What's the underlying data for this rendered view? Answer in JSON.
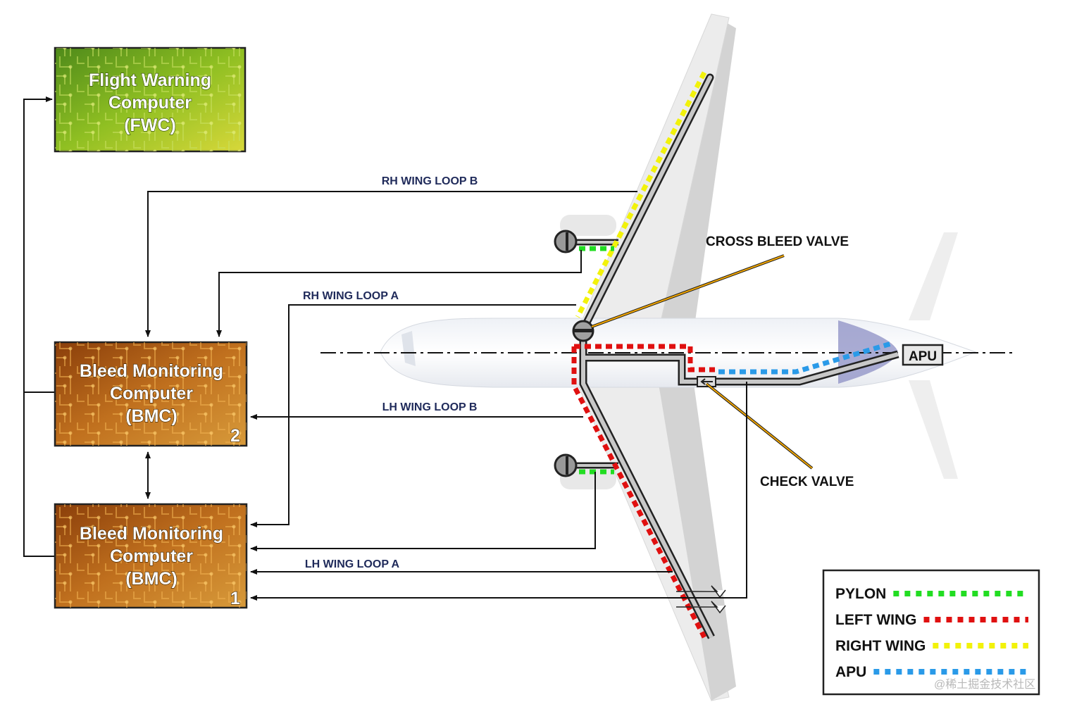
{
  "boxes": {
    "fwc": {
      "line1": "Flight Warning",
      "line2": "Computer",
      "line3": "(FWC)"
    },
    "bmc2": {
      "line1": "Bleed Monitoring",
      "line2": "Computer",
      "line3": "(BMC)",
      "number": "2"
    },
    "bmc1": {
      "line1": "Bleed Monitoring",
      "line2": "Computer",
      "line3": "(BMC)",
      "number": "1"
    }
  },
  "loops": {
    "rh_b": "RH WING LOOP B",
    "rh_a": "RH WING LOOP A",
    "lh_b": "LH WING LOOP B",
    "lh_a": "LH WING LOOP A"
  },
  "callouts": {
    "cross_bleed": "CROSS BLEED VALVE",
    "check_valve": "CHECK VALVE",
    "apu": "APU"
  },
  "legend": [
    {
      "label": "PYLON",
      "color": "#22dd22"
    },
    {
      "label": "LEFT WING",
      "color": "#e01010"
    },
    {
      "label": "RIGHT WING",
      "color": "#f2f20a"
    },
    {
      "label": "APU",
      "color": "#2a9ae8"
    }
  ],
  "watermark": "@稀土掘金技术社区",
  "colors": {
    "pylon": "#22dd22",
    "left_wing": "#e01010",
    "right_wing": "#f2f20a",
    "apu": "#2a9ae8",
    "fwc_box": "#7fae1e",
    "bmc_box": "#b8621a"
  }
}
